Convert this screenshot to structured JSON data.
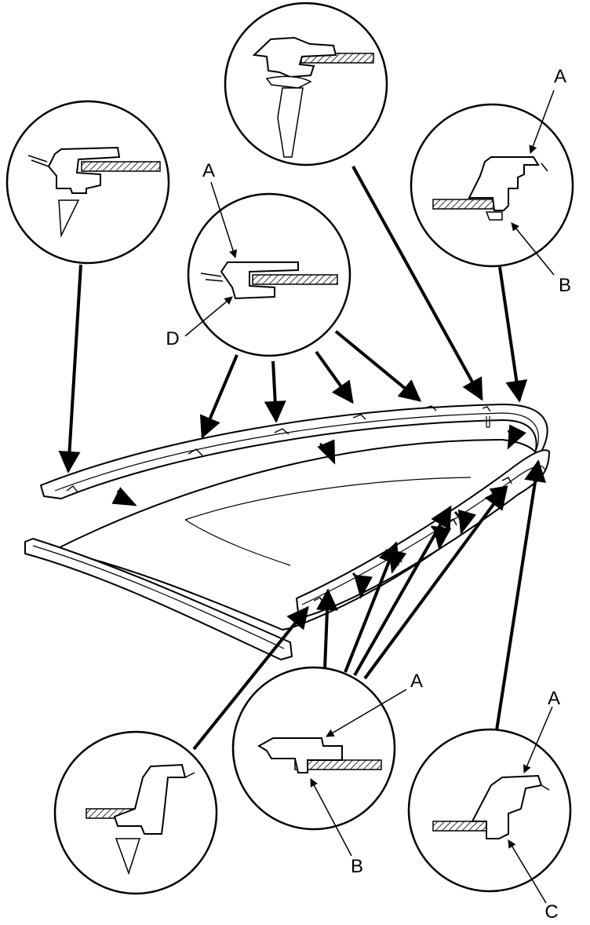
{
  "diagram": {
    "labels": {
      "a_top_right": "A",
      "b_top_right": "B",
      "a_mid_left": "A",
      "d_mid_left": "D",
      "a_bottom_center": "A",
      "b_bottom_center": "B",
      "a_bottom_right": "A",
      "c_bottom_right": "C"
    }
  }
}
